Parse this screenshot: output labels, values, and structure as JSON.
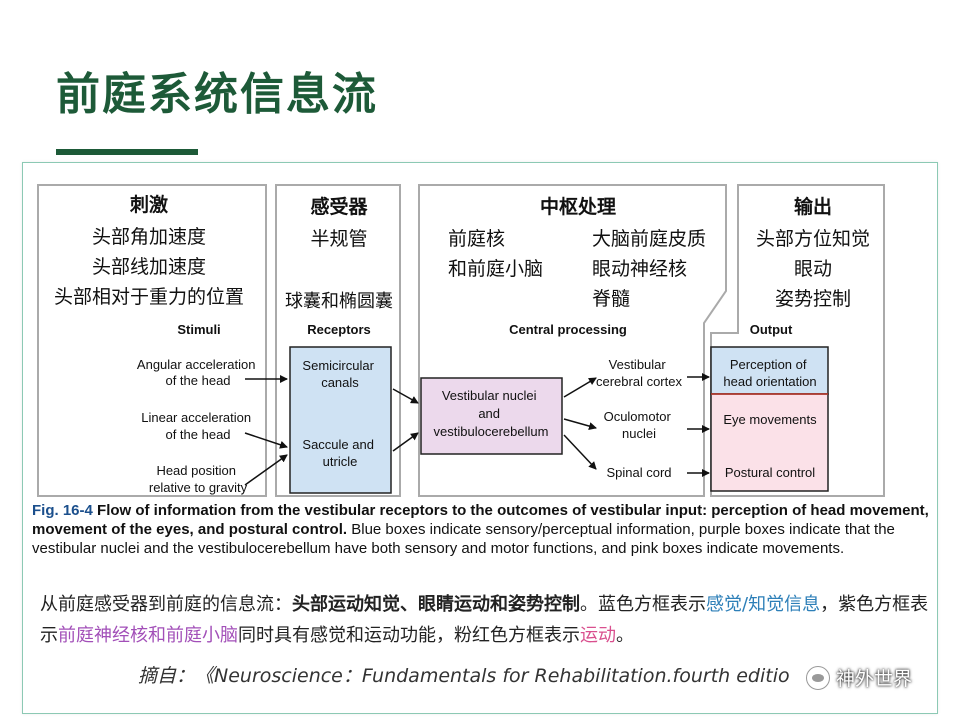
{
  "slide": {
    "title": "前庭系统信息流"
  },
  "diagram": {
    "columns": {
      "stimuli": {
        "cn_title": "刺激",
        "cn_items": [
          "头部角加速度",
          "头部线加速度",
          "头部相对于重力的位置"
        ],
        "en_title": "Stimuli",
        "en_items": [
          [
            "Angular acceleration",
            "of the head"
          ],
          [
            "Linear acceleration",
            "of the head"
          ],
          [
            "Head position",
            "relative to gravity"
          ]
        ]
      },
      "receptors": {
        "cn_title": "感受器",
        "cn_items": [
          "半规管",
          "球囊和椭圆囊"
        ],
        "en_title": "Receptors",
        "boxes": [
          [
            "Semicircular",
            "canals"
          ],
          [
            "Saccule and",
            "utricle"
          ]
        ]
      },
      "central": {
        "cn_title": "中枢处理",
        "cn_items_left": [
          "前庭核",
          "和前庭小脑"
        ],
        "cn_items_right": [
          "大脑前庭皮质",
          "眼动神经核",
          "脊髓"
        ],
        "en_title": "Central processing",
        "box": [
          "Vestibular nuclei",
          "and",
          "vestibulocerebellum"
        ],
        "targets": [
          [
            "Vestibular",
            "cerebral cortex"
          ],
          [
            "Oculomotor",
            "nuclei"
          ],
          [
            "Spinal cord"
          ]
        ]
      },
      "output": {
        "cn_title": "输出",
        "cn_items": [
          "头部方位知觉",
          "眼动",
          "姿势控制"
        ],
        "en_title": "Output",
        "boxes": [
          [
            "Perception of",
            "head orientation"
          ],
          [
            "Eye movements"
          ],
          [
            "Postural control"
          ]
        ]
      }
    },
    "colors": {
      "sensory_blue": "#cfe2f3",
      "mixed_purple": "#ecd9ec",
      "movement_pink": "#fbe1e8",
      "header_border": "#aaaaaa"
    }
  },
  "caption": {
    "figure_label": "Fig. 16-4",
    "bold_text": "Flow of information from the vestibular receptors to the outcomes of vestibular input: perception of head movement, movement of the eyes, and postural control.",
    "body_text": "Blue boxes indicate sensory/perceptual information, purple boxes indicate that the vestibular nuclei and the vestibulocerebellum have both sensory and motor functions, and pink boxes indicate movements."
  },
  "cn_note": {
    "p1": "从前庭感受器到前庭的信息流：",
    "p2": "头部运动知觉、眼睛运动和姿势控制",
    "p3": "。蓝色方框表示",
    "p4": "感觉/知觉信息",
    "p5": "，紫色方框表示",
    "p6": "前庭神经核和前庭小脑",
    "p7": "同时具有感觉和运动功能，粉红色方框表示",
    "p8": "运动",
    "p9": "。"
  },
  "source": {
    "text": "摘自：《Neuroscience：Fundamentals for Rehabilitation.fourth editio"
  },
  "watermark": {
    "text": "神外世界",
    "icon": "wechat-icon"
  }
}
